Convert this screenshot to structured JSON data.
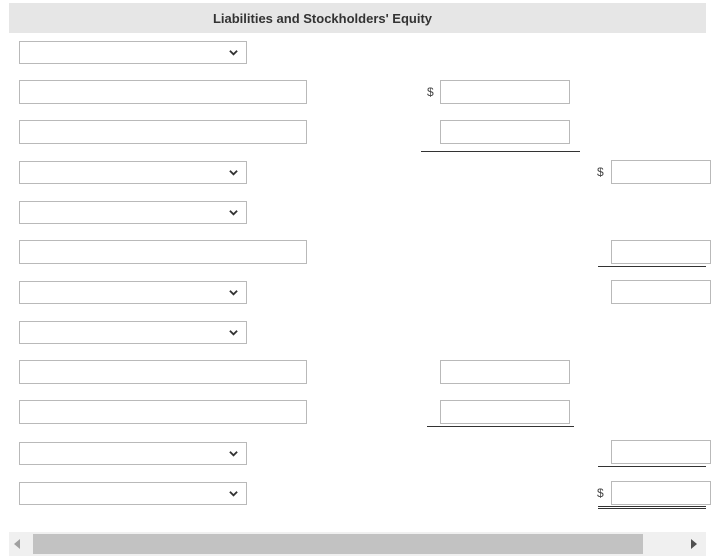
{
  "header": {
    "title": "Liabilities and Stockholders' Equity"
  },
  "currency_symbol": "$",
  "rows": [
    {
      "type": "select",
      "selected": ""
    },
    {
      "type": "text",
      "value": ""
    },
    {
      "type": "text",
      "value": ""
    },
    {
      "type": "select",
      "selected": ""
    },
    {
      "type": "select",
      "selected": ""
    },
    {
      "type": "text",
      "value": ""
    },
    {
      "type": "select",
      "selected": ""
    },
    {
      "type": "select",
      "selected": ""
    },
    {
      "type": "text",
      "value": ""
    },
    {
      "type": "text",
      "value": ""
    },
    {
      "type": "select",
      "selected": ""
    },
    {
      "type": "select",
      "selected": ""
    }
  ],
  "icons": {
    "dropdown": "chevron-down-icon",
    "scroll_left": "arrow-left-icon",
    "scroll_right": "arrow-right-icon"
  }
}
